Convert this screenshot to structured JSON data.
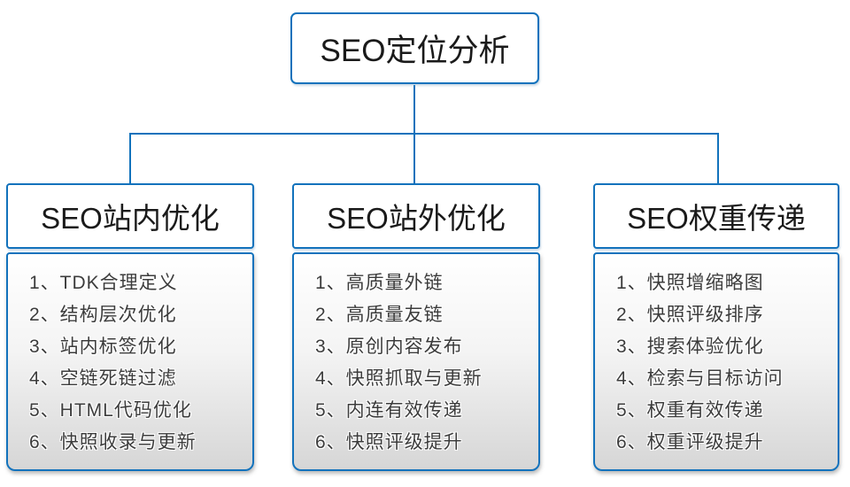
{
  "root": {
    "title": "SEO定位分析"
  },
  "branches": [
    {
      "title": "SEO站内优化",
      "items": [
        "1、TDK合理定义",
        "2、结构层次优化",
        "3、站内标签优化",
        "4、空链死链过滤",
        "5、HTML代码优化",
        "6、快照收录与更新"
      ]
    },
    {
      "title": "SEO站外优化",
      "items": [
        "1、高质量外链",
        "2、高质量友链",
        "3、原创内容发布",
        "4、快照抓取与更新",
        "5、内连有效传递",
        "6、快照评级提升"
      ]
    },
    {
      "title": "SEO权重传递",
      "items": [
        "1、快照增缩略图",
        "2、快照评级排序",
        "3、搜索体验优化",
        "4、检索与目标访问",
        "5、权重有效传递",
        "6、权重评级提升"
      ]
    }
  ],
  "colors": {
    "connector": "#1272bc",
    "box_border": "#1272bc",
    "box_background": "#ffffff",
    "panel_gradient_top": "#ffffff",
    "panel_gradient_bottom": "#d6d6d6",
    "title_text": "#1a1a1a",
    "item_text": "#3c3c3c"
  }
}
